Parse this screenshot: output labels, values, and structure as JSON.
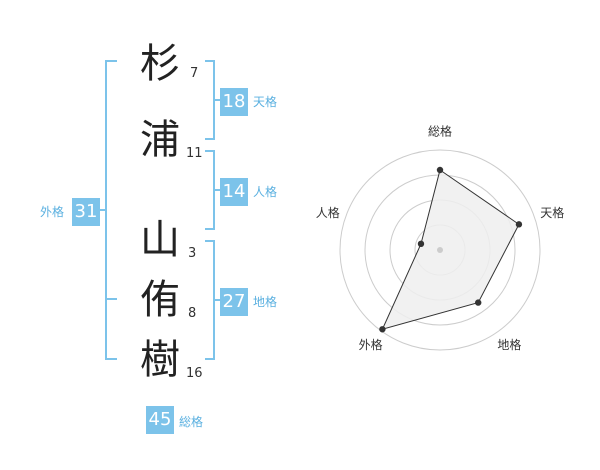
{
  "name": {
    "characters": [
      {
        "char": "杉",
        "strokes": "7"
      },
      {
        "char": "浦",
        "strokes": "11"
      },
      {
        "char": "山",
        "strokes": "3"
      },
      {
        "char": "侑",
        "strokes": "8"
      },
      {
        "char": "樹",
        "strokes": "16"
      }
    ]
  },
  "scores": {
    "tenkaku": {
      "value": "18",
      "label": "天格"
    },
    "jinkaku": {
      "value": "14",
      "label": "人格"
    },
    "chikaku": {
      "value": "27",
      "label": "地格"
    },
    "gaikaku": {
      "value": "31",
      "label": "外格"
    },
    "soukaku": {
      "value": "45",
      "label": "総格"
    }
  },
  "chart_data": {
    "type": "radar",
    "axes": [
      "総格",
      "天格",
      "地格",
      "外格",
      "人格"
    ],
    "values": [
      0.8,
      0.83,
      0.65,
      0.98,
      0.2
    ],
    "range": [
      0,
      1
    ],
    "rings": 4,
    "colors": {
      "ring": "#cccccc",
      "fill": "#eeeeee",
      "line": "#333333",
      "point": "#333333",
      "center": "#cccccc"
    }
  }
}
